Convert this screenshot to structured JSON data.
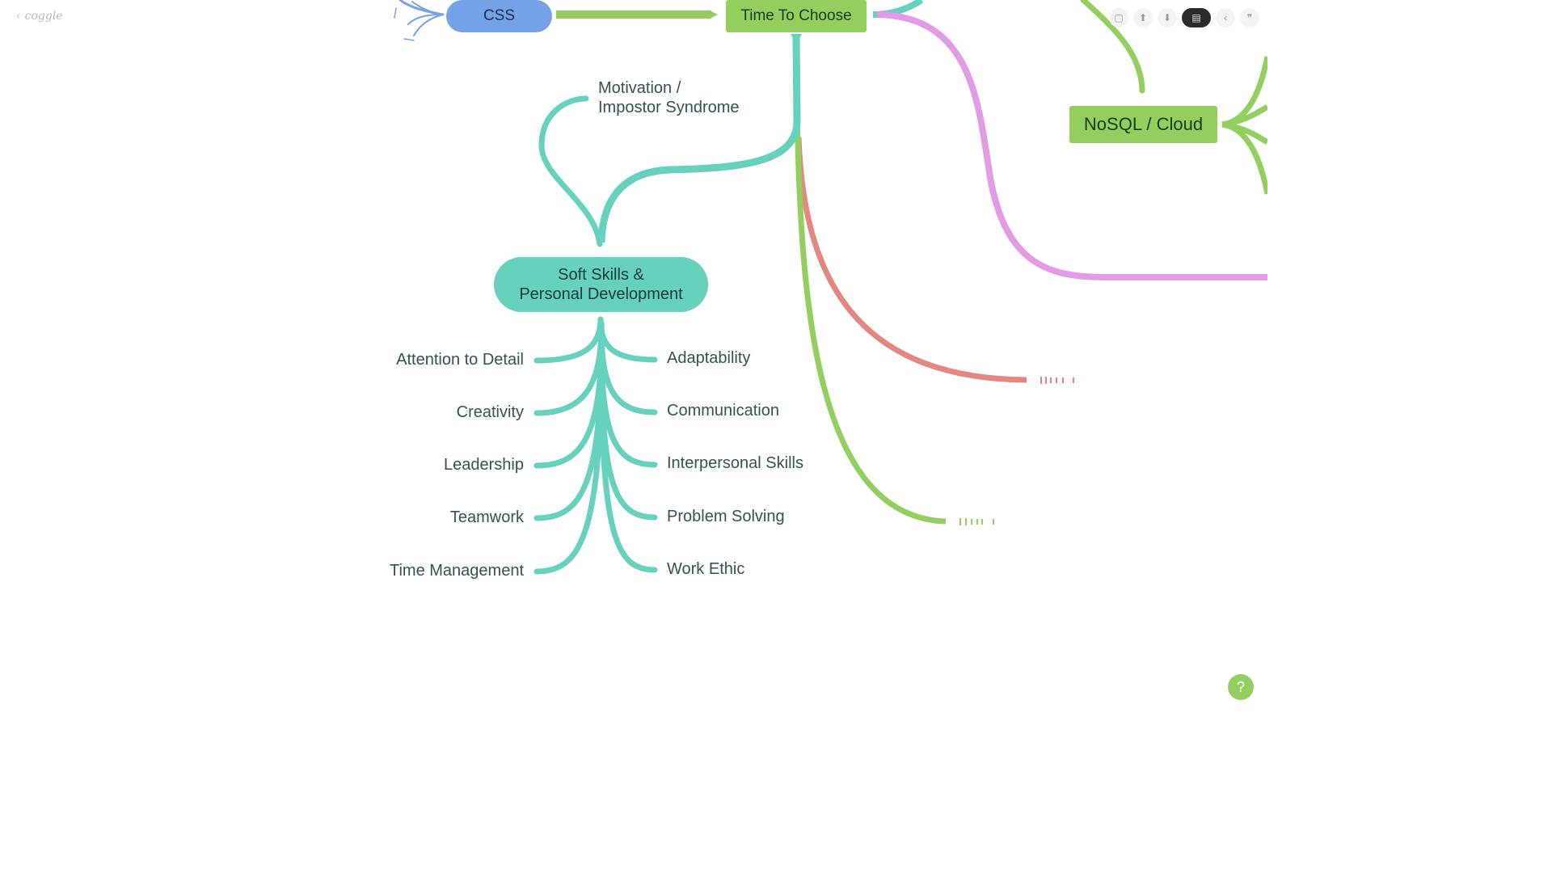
{
  "app": {
    "logo_text": "coggle",
    "back_icon": "chevron-left-icon"
  },
  "toolbar": {
    "buttons": [
      {
        "name": "comments-icon",
        "glyph": "▢"
      },
      {
        "name": "upload-icon",
        "glyph": "⬆"
      },
      {
        "name": "download-icon",
        "glyph": "⬇"
      },
      {
        "name": "presentation-icon",
        "glyph": "▤"
      },
      {
        "name": "collapse-icon",
        "glyph": "‹"
      },
      {
        "name": "quote-icon",
        "glyph": "❞"
      }
    ]
  },
  "help": {
    "label": "?"
  },
  "colors": {
    "css_branch": "#74a2e6",
    "green_branch": "#92cf5f",
    "teal_branch": "#66d1bd",
    "pink_branch": "#e39be6",
    "red_branch": "#e4877f"
  },
  "nodes": {
    "css": "CSS",
    "time_to_choose": "Time To Choose",
    "nosql_cloud": "NoSQL / Cloud",
    "soft_skills_line1": "Soft Skills &",
    "soft_skills_line2": "Personal Development",
    "motivation_line1": "Motivation /",
    "motivation_line2": "Impostor Syndrome"
  },
  "soft_skills_left": [
    "Attention to Detail",
    "Creativity",
    "Leadership",
    "Teamwork",
    "Time Management"
  ],
  "soft_skills_right": [
    "Adaptability",
    "Communication",
    "Interpersonal Skills",
    "Problem Solving",
    "Work Ethic"
  ]
}
